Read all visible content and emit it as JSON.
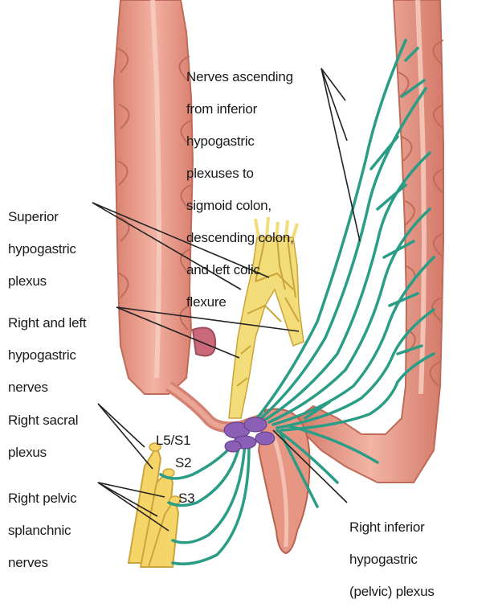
{
  "labels": {
    "nerves_ascending": [
      "Nerves ascending",
      "from inferior",
      "hypogastric",
      "plexuses to",
      "sigmoid colon,",
      "descending colon,",
      "and left colic",
      "flexure"
    ],
    "superior_plexus": [
      "Superior",
      "hypogastric",
      "plexus"
    ],
    "hypogastric_nerves": [
      "Right and left",
      "hypogastric",
      "nerves"
    ],
    "sacral_plexus": [
      "Right sacral",
      "plexus"
    ],
    "pelvic_splanchnic": [
      "Right pelvic",
      "splanchnic",
      "nerves"
    ],
    "inferior_plexus": [
      "Right inferior",
      "hypogastric",
      "(pelvic) plexus"
    ],
    "root_l5s1": "L5/S1",
    "root_s2": "S2",
    "root_s3": "S3"
  },
  "colors": {
    "colon": "#eba08f",
    "colon_dark": "#c9705f",
    "nerve": "#2a9d86",
    "plexus": "#f3dc7a",
    "pelvic_plexus": "#8b5fb5",
    "sacral": "#f6d568",
    "leader": "#222222"
  }
}
